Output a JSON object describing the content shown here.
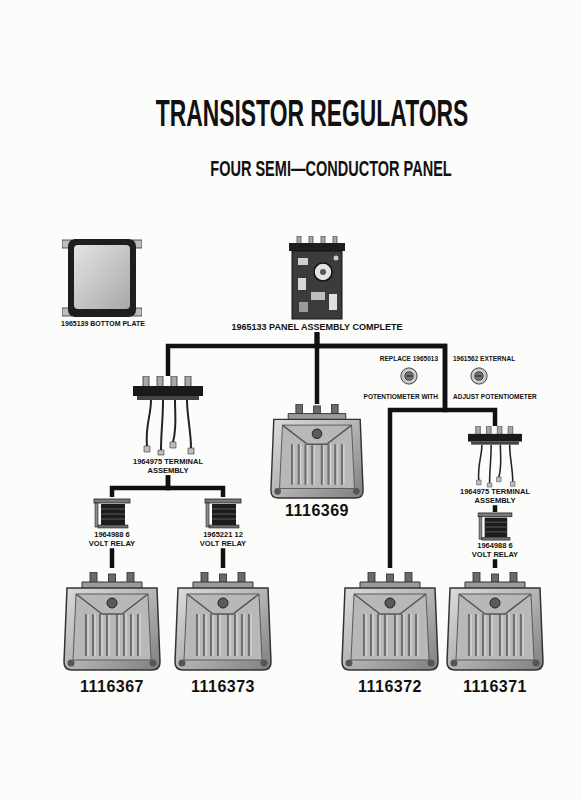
{
  "diagram": {
    "title": "TRANSISTOR REGULATORS",
    "nodes": [
      {
        "text": [
          "1965133 PANEL ASSEMBLY COMPLETE"
        ]
      },
      {
        "text": [
          "1964975 TERMINAL ASSEMBLY"
        ]
      },
      {
        "text": [
          "1116369"
        ]
      },
      {
        "text": [
          "1964975 TERMINAL ASSEMBLY"
        ]
      },
      {
        "text": [
          "1964988 6 VOLT RELAY"
        ]
      },
      {
        "text": [
          "1965221 12 VOLT RELAY"
        ]
      },
      {
        "text": [
          "1964988 6 VOLT RELAY"
        ]
      },
      {
        "text": [
          "1116367"
        ]
      },
      {
        "text": [
          "1116373"
        ]
      },
      {
        "text": [
          "1116372"
        ]
      },
      {
        "text": [
          "1116371"
        ]
      }
    ],
    "edges": [
      {
        "from": 0,
        "to": 1,
        "arrow": "none"
      },
      {
        "from": 0,
        "to": 2,
        "arrow": "none"
      },
      {
        "from": 0,
        "to": 9,
        "arrow": "none"
      },
      {
        "from": 0,
        "to": 3,
        "arrow": "none"
      },
      {
        "from": 1,
        "to": 4,
        "arrow": "none"
      },
      {
        "from": 1,
        "to": 5,
        "arrow": "none"
      },
      {
        "from": 4,
        "to": 7,
        "arrow": "none"
      },
      {
        "from": 5,
        "to": 8,
        "arrow": "none"
      },
      {
        "from": 3,
        "to": 6,
        "arrow": "none"
      },
      {
        "from": 6,
        "to": 10,
        "arrow": "none"
      }
    ],
    "labels": [
      "FOUR SEMI—CONDUCTOR PANEL",
      "1965139 BOTTOM PLATE",
      "REPLACE 1965013",
      "1961562 EXTERNAL",
      "POTENTIOMETER WITH",
      "ADJUST POTENTIOMETER"
    ]
  }
}
